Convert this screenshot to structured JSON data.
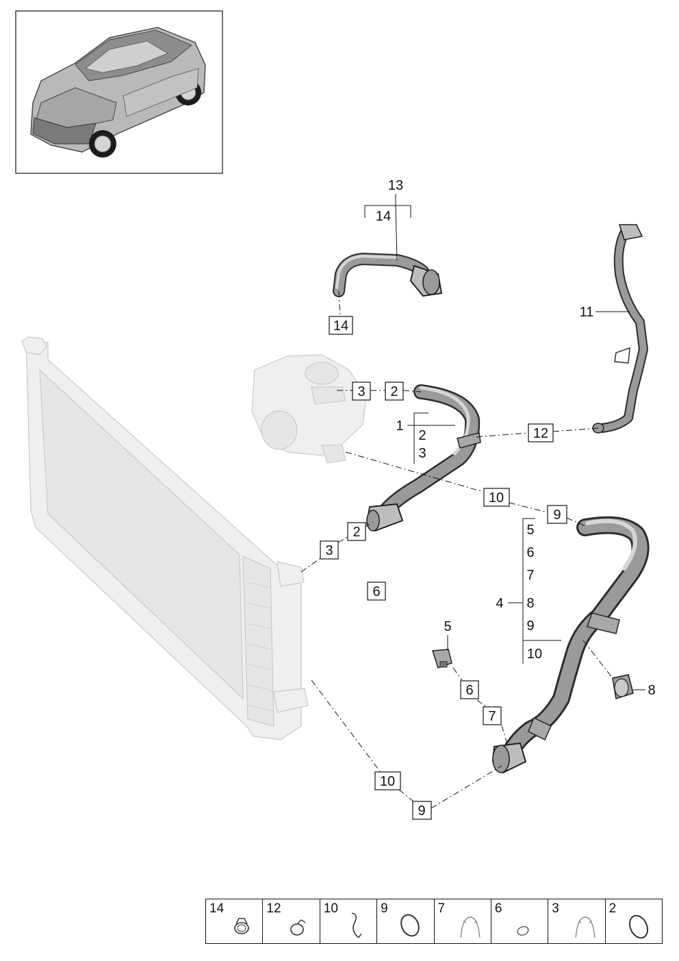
{
  "overview_image": {
    "icon": "porsche-macan-car-illustration"
  },
  "callouts": {
    "c13": "13",
    "c14_top": "14",
    "c14_box": "14",
    "c11": "11",
    "c12": "12",
    "c3_a": "3",
    "c2_a": "2",
    "c1": "1",
    "c1_sub2": "2",
    "c1_sub3": "3",
    "c10_a": "10",
    "c9_a": "9",
    "c2_b": "2",
    "c3_b": "3",
    "c6_center": "6",
    "c4": "4",
    "c4_sub5": "5",
    "c4_sub6": "6",
    "c4_sub7": "7",
    "c4_sub8": "8",
    "c4_sub9": "9",
    "c4_sub10": "10",
    "c5": "5",
    "c6_b": "6",
    "c7": "7",
    "c8": "8",
    "c10_b": "10",
    "c9_b": "9"
  },
  "legend": [
    {
      "num": "14",
      "icon": "hose-clamp-icon"
    },
    {
      "num": "12",
      "icon": "spring-clamp-icon"
    },
    {
      "num": "10",
      "icon": "retaining-clip-icon"
    },
    {
      "num": "9",
      "icon": "o-ring-icon"
    },
    {
      "num": "7",
      "icon": "wire-clip-icon"
    },
    {
      "num": "6",
      "icon": "small-seal-ring-icon"
    },
    {
      "num": "3",
      "icon": "wire-clip-icon"
    },
    {
      "num": "2",
      "icon": "o-ring-icon"
    }
  ]
}
